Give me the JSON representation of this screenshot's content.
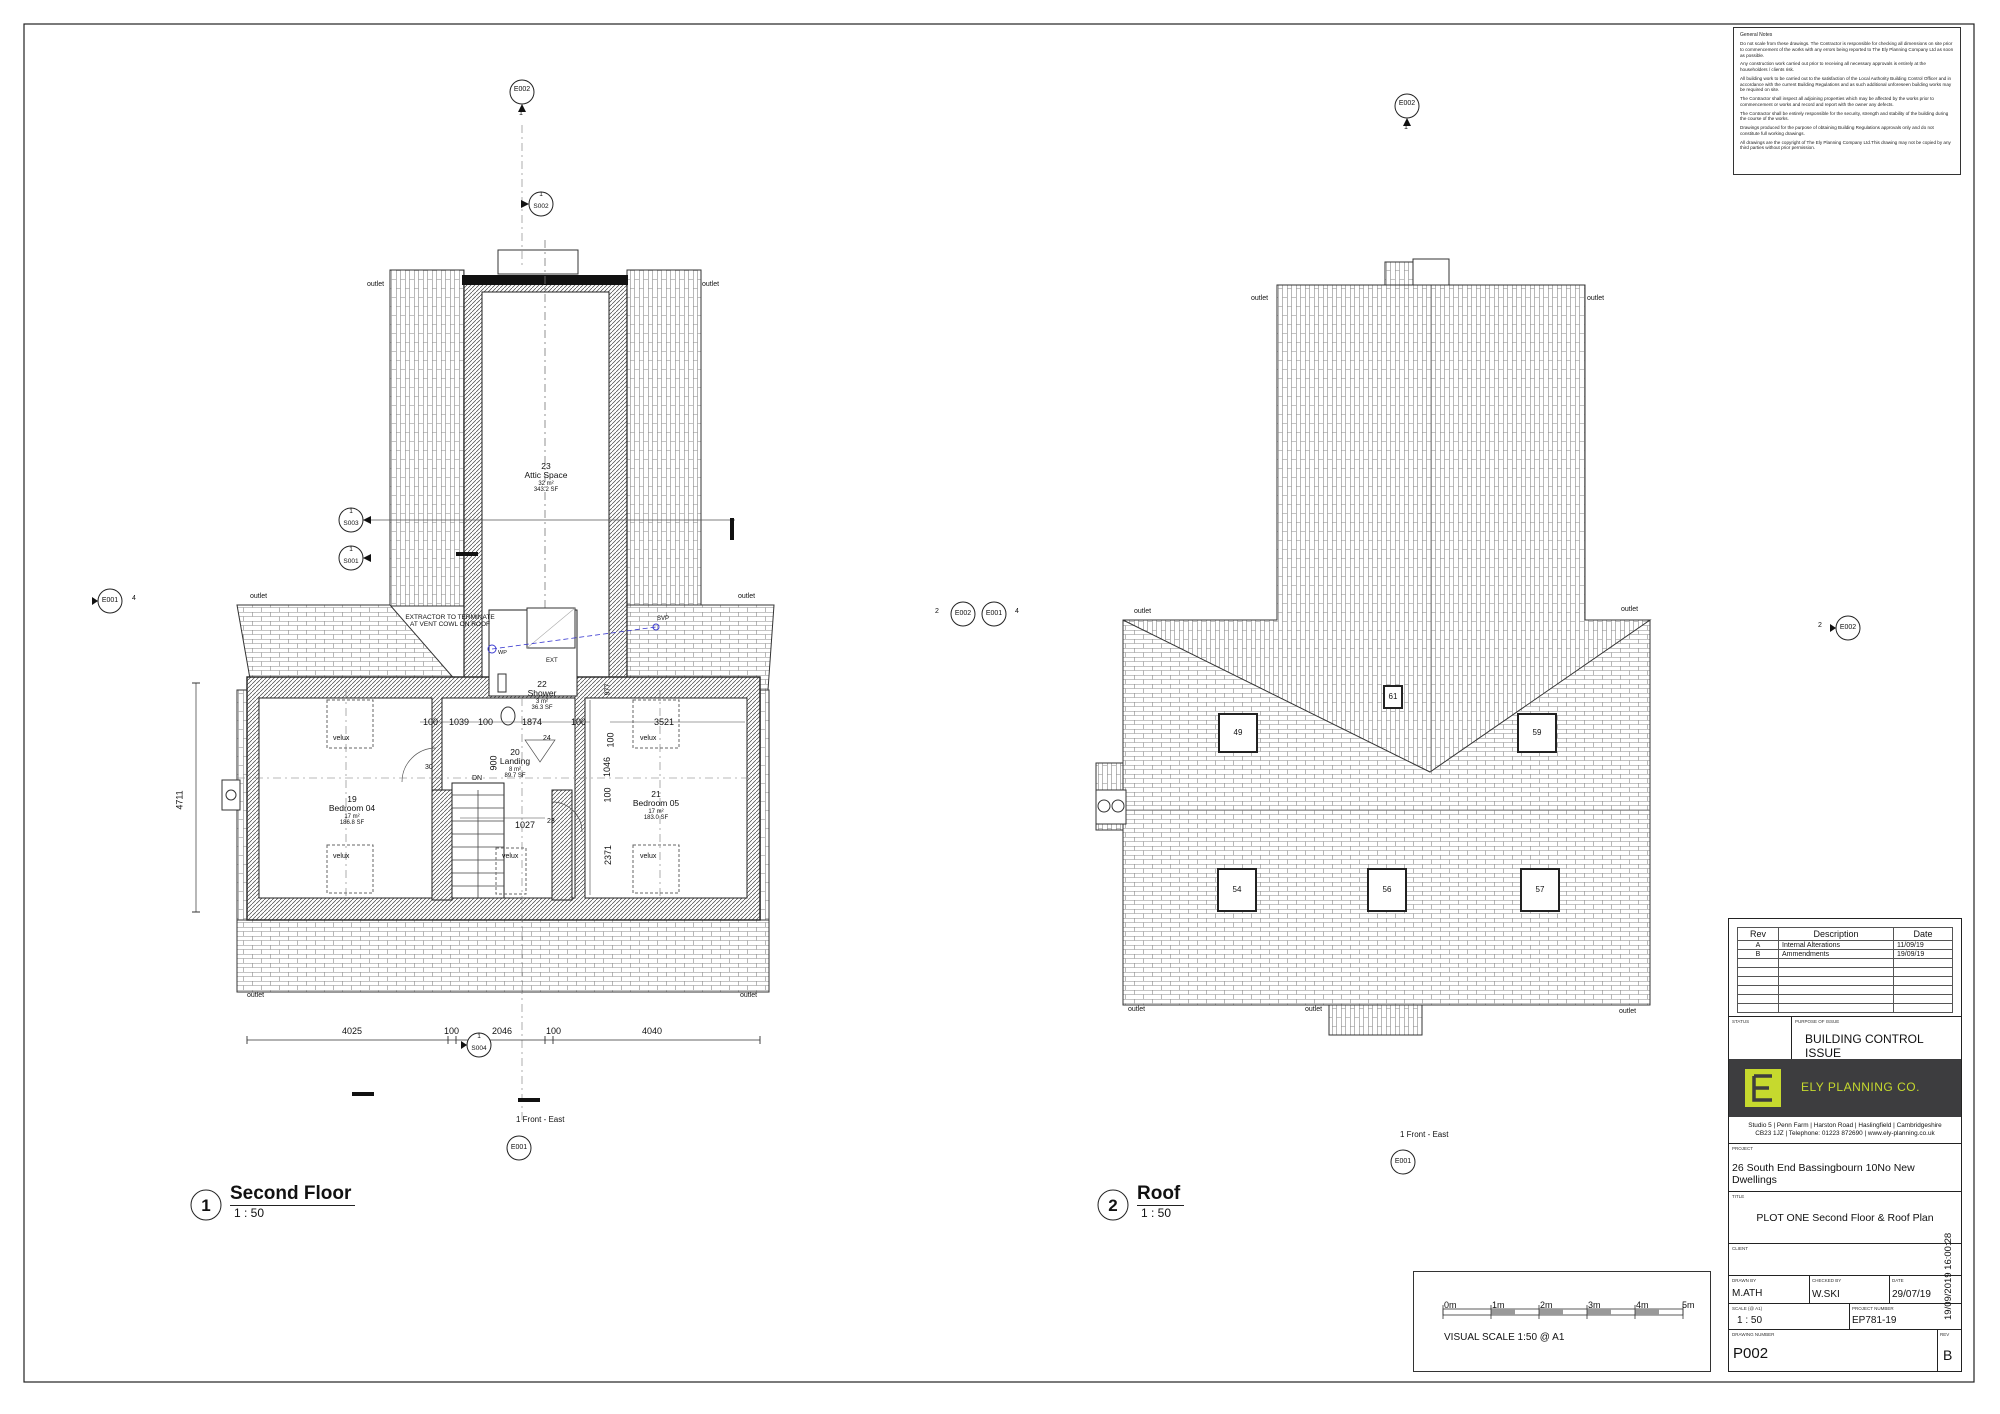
{
  "notes": {
    "heading": "General Notes",
    "paragraphs": [
      "Do not scale from these drawings. The Contractor is responsible for checking all dimensions on site prior to commencement of the works with any errors being reported to The Ely Planning Company Ltd as soon as possible.",
      "Any construction work carried out prior to receiving all necessary approvals is entirely at the householders / clients risk.",
      "All building work to be carried out to the satisfaction of the Local Authority Building Control Officer and in accordance with the current Building Regulations and as such additional unforeseen building works may be required on site.",
      "The Contractor shall inspect all adjoining properties which may be affected by the works prior to commencement or works and record and report with the owner any defects.",
      "The Contractor shall be entirely responsible for the security, strength and stability of the building during the course of the works.",
      "Drawings produced for the purpose of obtaining Building Regulations approvals only and do not constitute full working drawings.",
      "All drawings are the copyright of The Ely Planning Company Ltd.This drawing may not be copied by any third parties without prior permission."
    ]
  },
  "plan1": {
    "number": "1",
    "title": "Second Floor",
    "scale": "1 : 50",
    "rooms": [
      {
        "num": "23",
        "name": "Attic Space",
        "m2": "32 m²",
        "sf": "343.2 SF"
      },
      {
        "num": "22",
        "name": "Shower",
        "m2": "3 m²",
        "sf": "36.3 SF"
      },
      {
        "num": "20",
        "name": "Landing",
        "m2": "8 m²",
        "sf": "89.7 SF"
      },
      {
        "num": "19",
        "name": "Bedroom 04",
        "m2": "17 m²",
        "sf": "186.8 SF"
      },
      {
        "num": "21",
        "name": "Bedroom 05",
        "m2": "17 m²",
        "sf": "183.0 SF"
      }
    ],
    "note_extractor": [
      "EXTRACTOR TO TERMINATE",
      "AT VENT COWL ON ROOF"
    ],
    "outlet": "outlet",
    "velux": "velux",
    "svp": "SVP",
    "ext": "EXT",
    "wp": "WP",
    "dn": "DN",
    "dims_bottom": [
      "4025",
      "100",
      "2046",
      "100",
      "4040"
    ],
    "dims_inner": [
      "100",
      "1039",
      "100",
      "1874",
      "100",
      "3521",
      "1046",
      "100",
      "1027",
      "2371",
      "100",
      "900",
      "24",
      "30",
      "23",
      "977"
    ],
    "dim_left": "4711",
    "front_label": "1 Front - East",
    "tags": {
      "e002": "E002",
      "e001": "E001",
      "s002": "S002",
      "s003": "S003",
      "s001": "S001",
      "s004": "S004",
      "one": "1",
      "four": "4",
      "two": "2"
    }
  },
  "plan2": {
    "number": "2",
    "title": "Roof",
    "scale": "1 : 50",
    "windows": [
      "61",
      "49",
      "59",
      "54",
      "56",
      "57"
    ],
    "outlet": "outlet",
    "front_label": "1 Front - East",
    "tags": {
      "e002": "E002",
      "e001": "E001",
      "one": "1",
      "two": "2",
      "four": "4"
    }
  },
  "title_block": {
    "rev_headers": [
      "Rev",
      "Description",
      "Date"
    ],
    "revisions": [
      {
        "rev": "A",
        "desc": "Internal Alterations",
        "date": "11/09/19"
      },
      {
        "rev": "B",
        "desc": "Ammendments",
        "date": "19/09/19"
      }
    ],
    "status_label": "STATUS",
    "purpose_label": "PURPOSE OF ISSUE",
    "purpose": "BUILDING CONTROL ISSUE",
    "company": "ELY PLANNING CO.",
    "address1": "Studio 5 | Penn Farm | Harston Road | Haslingfield | Cambridgeshire",
    "address2": "CB23 1JZ | Telephone: 01223 872690 | www.ely-planning.co.uk",
    "project_label": "PROJECT",
    "project": "26 South End Bassingbourn 10No New Dwellings",
    "title_label": "TITLE",
    "title": "PLOT ONE Second Floor & Roof Plan",
    "client_label": "CLIENT",
    "drawn_label": "DRAWN BY",
    "drawn": "M.ATH",
    "checked_label": "CHECKED BY",
    "checked": "W.SKI",
    "date_label": "DATE",
    "date": "29/07/19",
    "scale_label": "SCALE (@ A1)",
    "scale": "1 : 50",
    "projno_label": "PROJECT NUMBER",
    "projno": "EP781-19",
    "drawno_label": "DRAWING NUMBER",
    "drawno": "P002",
    "rev_label": "REV",
    "rev": "B"
  },
  "scale_bar": {
    "ticks": [
      "0m",
      "1m",
      "2m",
      "3m",
      "4m",
      "5m"
    ],
    "caption": "VISUAL SCALE 1:50  @ A1"
  },
  "timestamp": "19/09/2019 16:00:28"
}
